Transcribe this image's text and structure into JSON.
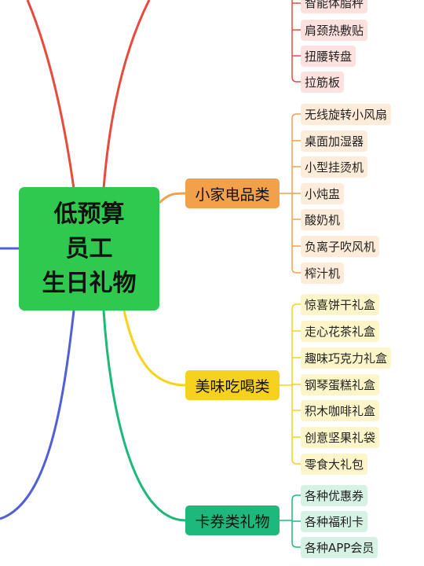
{
  "central": {
    "lines": [
      "低预算",
      "员工",
      "生日礼物"
    ],
    "color": "#2ec94e"
  },
  "branches": [
    {
      "id": "red",
      "label": "",
      "color": "#e84b3c",
      "items": [
        "智能体脂秤",
        "肩颈热敷贴",
        "扭腰转盘",
        "拉筋板"
      ]
    },
    {
      "id": "orange",
      "label": "小家电品类",
      "color": "#f2a04a",
      "items": [
        "无线旋转小风扇",
        "桌面加湿器",
        "小型挂烫机",
        "小炖盅",
        "酸奶机",
        "负离子吹风机",
        "榨汁机"
      ]
    },
    {
      "id": "yellow",
      "label": "美味吃喝类",
      "color": "#f6d21e",
      "items": [
        "惊喜饼干礼盒",
        "走心花茶礼盒",
        "趣味巧克力礼盒",
        "钢琴蛋糕礼盒",
        "积木咖啡礼盒",
        "创意坚果礼袋",
        "零食大礼包"
      ]
    },
    {
      "id": "green",
      "label": "卡券类礼物",
      "color": "#1db97a",
      "items": [
        "各种优惠券",
        "各种福利卡",
        "各种APP会员"
      ]
    },
    {
      "id": "blue",
      "label": "",
      "color": "#4f5fd8",
      "items": []
    }
  ]
}
